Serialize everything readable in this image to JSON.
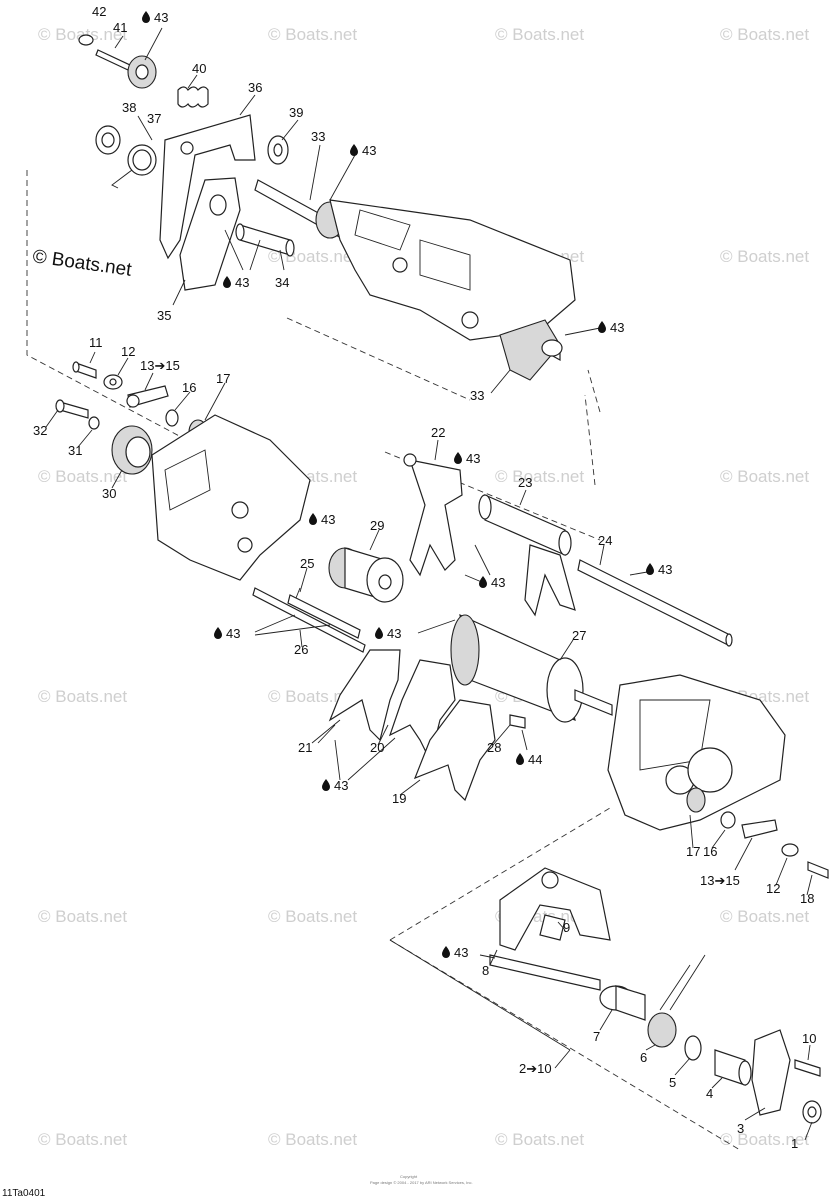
{
  "watermark": {
    "text": "© Boats.net",
    "main_text": "© Boats.net"
  },
  "figure_code": "11Ta0401",
  "copyright_lines": [
    "Copyright",
    "Page design © 2004 - 2017 by ARI Network Services, Inc."
  ],
  "callouts": [
    {
      "id": "c42",
      "text": "42"
    },
    {
      "id": "c41",
      "text": "41"
    },
    {
      "id": "c43a",
      "text": "43",
      "lube": true
    },
    {
      "id": "c40",
      "text": "40"
    },
    {
      "id": "c36",
      "text": "36"
    },
    {
      "id": "c38",
      "text": "38"
    },
    {
      "id": "c37",
      "text": "37"
    },
    {
      "id": "c39",
      "text": "39"
    },
    {
      "id": "c33a",
      "text": "33"
    },
    {
      "id": "c43b",
      "text": "43",
      "lube": true
    },
    {
      "id": "c43c",
      "text": "43",
      "lube": true
    },
    {
      "id": "c34",
      "text": "34"
    },
    {
      "id": "c35",
      "text": "35"
    },
    {
      "id": "c43d",
      "text": "43",
      "lube": true
    },
    {
      "id": "c33b",
      "text": "33"
    },
    {
      "id": "c11a",
      "text": "11"
    },
    {
      "id": "c12a",
      "text": "12"
    },
    {
      "id": "c13a",
      "text": "13➔15"
    },
    {
      "id": "c16a",
      "text": "16"
    },
    {
      "id": "c17a",
      "text": "17"
    },
    {
      "id": "c32",
      "text": "32"
    },
    {
      "id": "c31",
      "text": "31"
    },
    {
      "id": "c30",
      "text": "30"
    },
    {
      "id": "c22",
      "text": "22"
    },
    {
      "id": "c43e",
      "text": "43",
      "lube": true
    },
    {
      "id": "c23",
      "text": "23"
    },
    {
      "id": "c29",
      "text": "29"
    },
    {
      "id": "c43f",
      "text": "43",
      "lube": true
    },
    {
      "id": "c25",
      "text": "25"
    },
    {
      "id": "c43g",
      "text": "43",
      "lube": true
    },
    {
      "id": "c24",
      "text": "24"
    },
    {
      "id": "c43h",
      "text": "43",
      "lube": true
    },
    {
      "id": "c43i",
      "text": "43",
      "lube": true
    },
    {
      "id": "c43j",
      "text": "43",
      "lube": true
    },
    {
      "id": "c26",
      "text": "26"
    },
    {
      "id": "c27",
      "text": "27"
    },
    {
      "id": "c21",
      "text": "21"
    },
    {
      "id": "c20",
      "text": "20"
    },
    {
      "id": "c28",
      "text": "28"
    },
    {
      "id": "c44",
      "text": "44",
      "lube": true
    },
    {
      "id": "c43k",
      "text": "43",
      "lube": true
    },
    {
      "id": "c19",
      "text": "19"
    },
    {
      "id": "c17b",
      "text": "17"
    },
    {
      "id": "c16b",
      "text": "16"
    },
    {
      "id": "c13b",
      "text": "13➔15"
    },
    {
      "id": "c12b",
      "text": "12"
    },
    {
      "id": "c18",
      "text": "18"
    },
    {
      "id": "c9",
      "text": "9"
    },
    {
      "id": "c43l",
      "text": "43",
      "lube": true
    },
    {
      "id": "c8",
      "text": "8"
    },
    {
      "id": "c7",
      "text": "7"
    },
    {
      "id": "c6",
      "text": "6"
    },
    {
      "id": "c5",
      "text": "5"
    },
    {
      "id": "c4",
      "text": "4"
    },
    {
      "id": "c3",
      "text": "3"
    },
    {
      "id": "c10",
      "text": "10"
    },
    {
      "id": "c2",
      "text": "2➔10"
    },
    {
      "id": "c1",
      "text": "1"
    }
  ]
}
